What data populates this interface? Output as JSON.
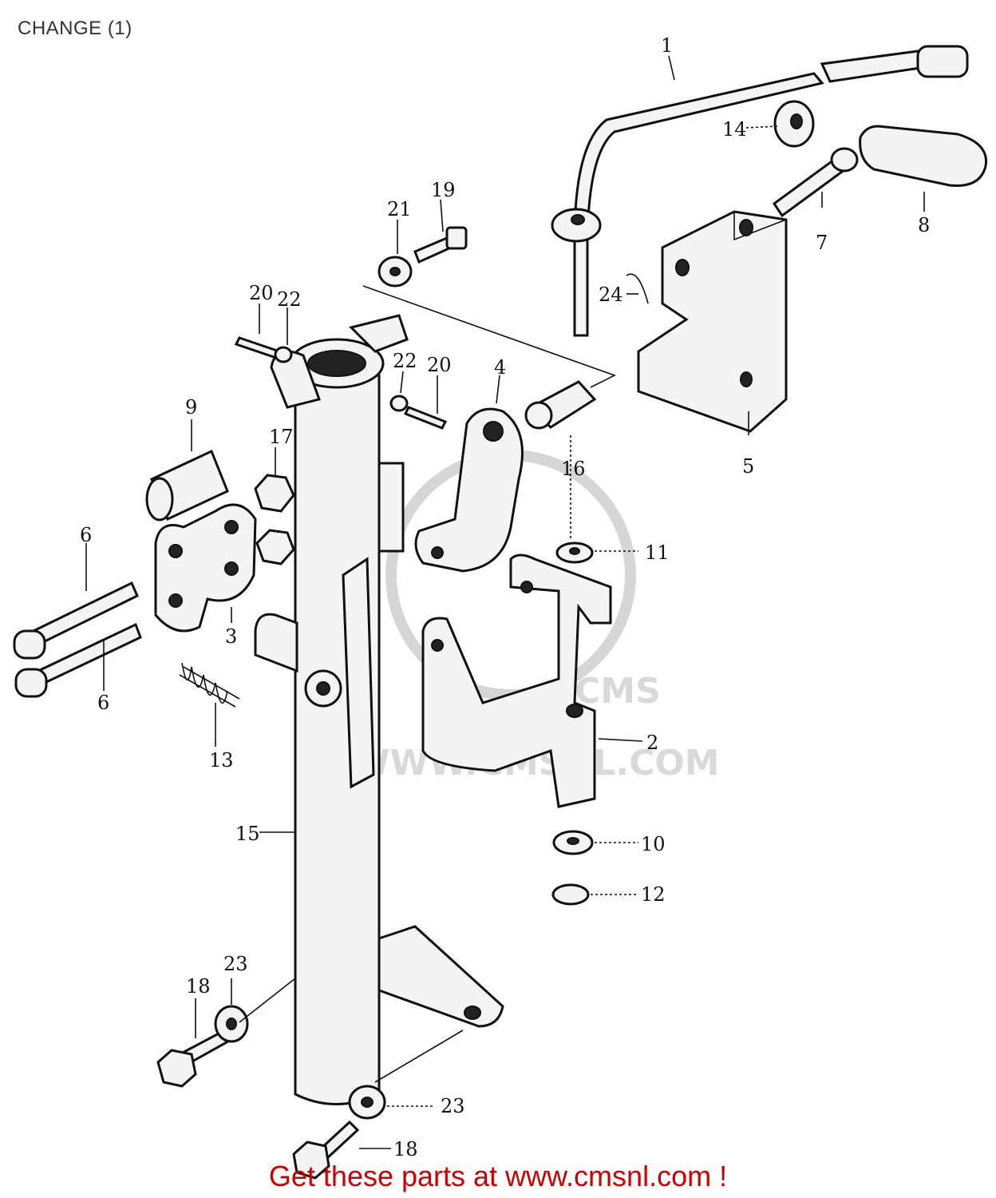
{
  "title": "CHANGE (1)",
  "watermark": {
    "brand": "CMS",
    "url": "WWW.CMSNL.COM"
  },
  "callouts": [
    "1",
    "2",
    "3",
    "4",
    "5",
    "6",
    "6",
    "7",
    "8",
    "9",
    "10",
    "11",
    "12",
    "13",
    "14",
    "15",
    "16",
    "17",
    "18",
    "18",
    "19",
    "20",
    "20",
    "21",
    "22",
    "22",
    "23",
    "23",
    "24"
  ],
  "footer": "Get these parts at www.cmsnl.com !"
}
